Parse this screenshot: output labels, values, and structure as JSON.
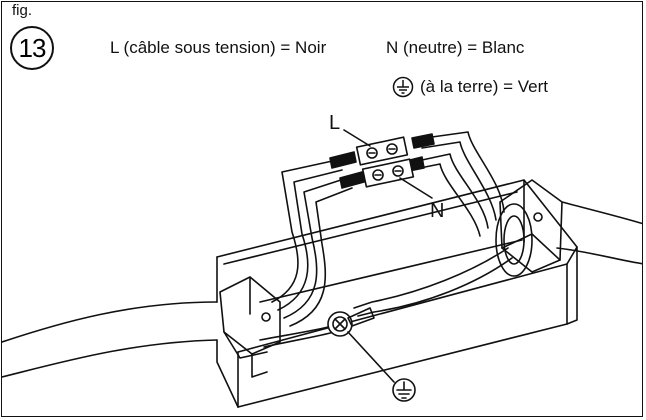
{
  "figure": {
    "prefix": "fig.",
    "number": "13"
  },
  "legend": {
    "live": "L (câble sous tension) = Noir",
    "neutral": "N (neutre) = Blanc",
    "ground": "(à la terre) = Vert",
    "ground_icon": "earth-ground-icon"
  },
  "callouts": {
    "l_marker": "L",
    "n_marker": "N",
    "ground_icon": "earth-ground-icon"
  },
  "colors": {
    "line": "#111111",
    "background": "#ffffff"
  }
}
